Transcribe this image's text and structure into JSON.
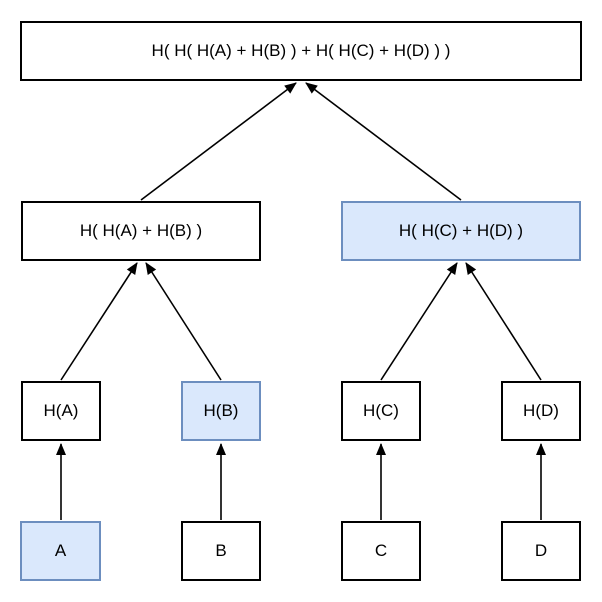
{
  "diagram": {
    "type": "merkle-hash-tree",
    "colors": {
      "highlight_fill": "#dae8fc",
      "highlight_border": "#6c8ebf",
      "node_fill": "#ffffff",
      "node_border": "#000000",
      "edge": "#000000",
      "background": "#ffffff"
    },
    "nodes": {
      "root": {
        "label": "H( H( H(A) + H(B) ) + H( H(C) + H(D) ) )",
        "highlighted": false
      },
      "left_parent": {
        "label": "H( H(A) + H(B) )",
        "highlighted": false
      },
      "right_parent": {
        "label": "H( H(C) + H(D) )",
        "highlighted": true
      },
      "hash_a": {
        "label": "H(A)",
        "highlighted": false
      },
      "hash_b": {
        "label": "H(B)",
        "highlighted": true
      },
      "hash_c": {
        "label": "H(C)",
        "highlighted": false
      },
      "hash_d": {
        "label": "H(D)",
        "highlighted": false
      },
      "leaf_a": {
        "label": "A",
        "highlighted": true
      },
      "leaf_b": {
        "label": "B",
        "highlighted": false
      },
      "leaf_c": {
        "label": "C",
        "highlighted": false
      },
      "leaf_d": {
        "label": "D",
        "highlighted": false
      }
    },
    "edges": [
      {
        "from": "leaf_a",
        "to": "hash_a"
      },
      {
        "from": "leaf_b",
        "to": "hash_b"
      },
      {
        "from": "leaf_c",
        "to": "hash_c"
      },
      {
        "from": "leaf_d",
        "to": "hash_d"
      },
      {
        "from": "hash_a",
        "to": "left_parent"
      },
      {
        "from": "hash_b",
        "to": "left_parent"
      },
      {
        "from": "hash_c",
        "to": "right_parent"
      },
      {
        "from": "hash_d",
        "to": "right_parent"
      },
      {
        "from": "left_parent",
        "to": "root"
      },
      {
        "from": "right_parent",
        "to": "root"
      }
    ]
  }
}
